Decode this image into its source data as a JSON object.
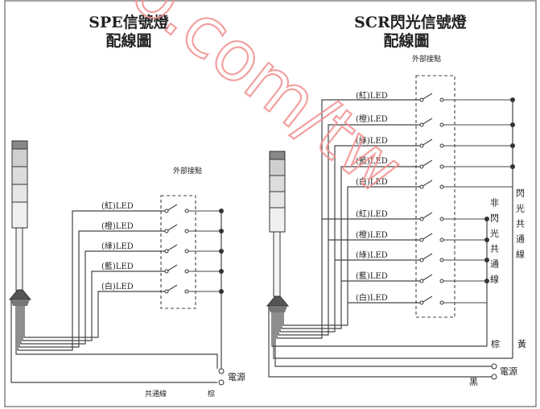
{
  "left": {
    "title_line1": "SPE信號燈",
    "title_line2": "配線圖",
    "ext_contact": "外部接點",
    "leds": [
      "(紅)LED",
      "(橙)LED",
      "(綠)LED",
      "(藍)LED",
      "(白)LED"
    ],
    "power_label": "電源",
    "common_label": "共通線",
    "brown_label": "棕"
  },
  "right": {
    "title_line1": "SCR閃光信號燈",
    "title_line2": "配線圖",
    "ext_contact": "外部接點",
    "leds_top": [
      "(紅)LED",
      "(橙)LED",
      "(綠)LED",
      "(藍)LED",
      "(白)LED"
    ],
    "leds_bottom": [
      "(紅)LED",
      "(橙)LED",
      "(綠)LED",
      "(藍)LED",
      "(白)LED"
    ],
    "nonflash_common": "非閃光共通線",
    "flash_common": "閃光共通線",
    "brown_label": "棕",
    "yellow_label": "黃",
    "black_label": "黑",
    "power_label": "電源"
  },
  "watermark": "to.com/tw"
}
